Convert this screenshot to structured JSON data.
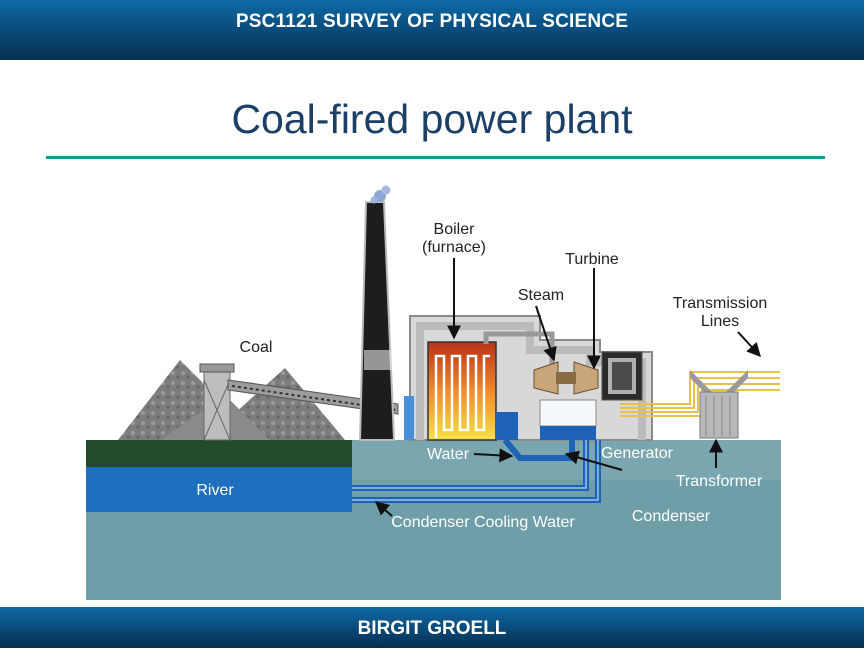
{
  "header": {
    "course": "PSC1121 SURVEY OF PHYSICAL SCIENCE"
  },
  "slide": {
    "title": "Coal-fired power plant"
  },
  "footer": {
    "author": "BIRGIT GROELL"
  },
  "diagram": {
    "labels": {
      "boiler": "Boiler",
      "furnace": "(furnace)",
      "turbine": "Turbine",
      "steam": "Steam",
      "transmission": "Transmission",
      "lines": "Lines",
      "coal": "Coal",
      "water": "Water",
      "generator": "Generator",
      "river": "River",
      "transformer": "Transformer",
      "condenser": "Condenser",
      "cooling_water": "Condenser Cooling Water"
    }
  },
  "colors": {
    "header_blue": "#0a4f80",
    "title_navy": "#1b3f66",
    "rule_teal": "#1b9a8c",
    "ground_teal": "#6f9ea8",
    "river_blue": "#1e6fc0",
    "grass_green": "#234a2a",
    "pipe_blue": "#1f63b8",
    "transmission_gold": "#e8c04a"
  }
}
